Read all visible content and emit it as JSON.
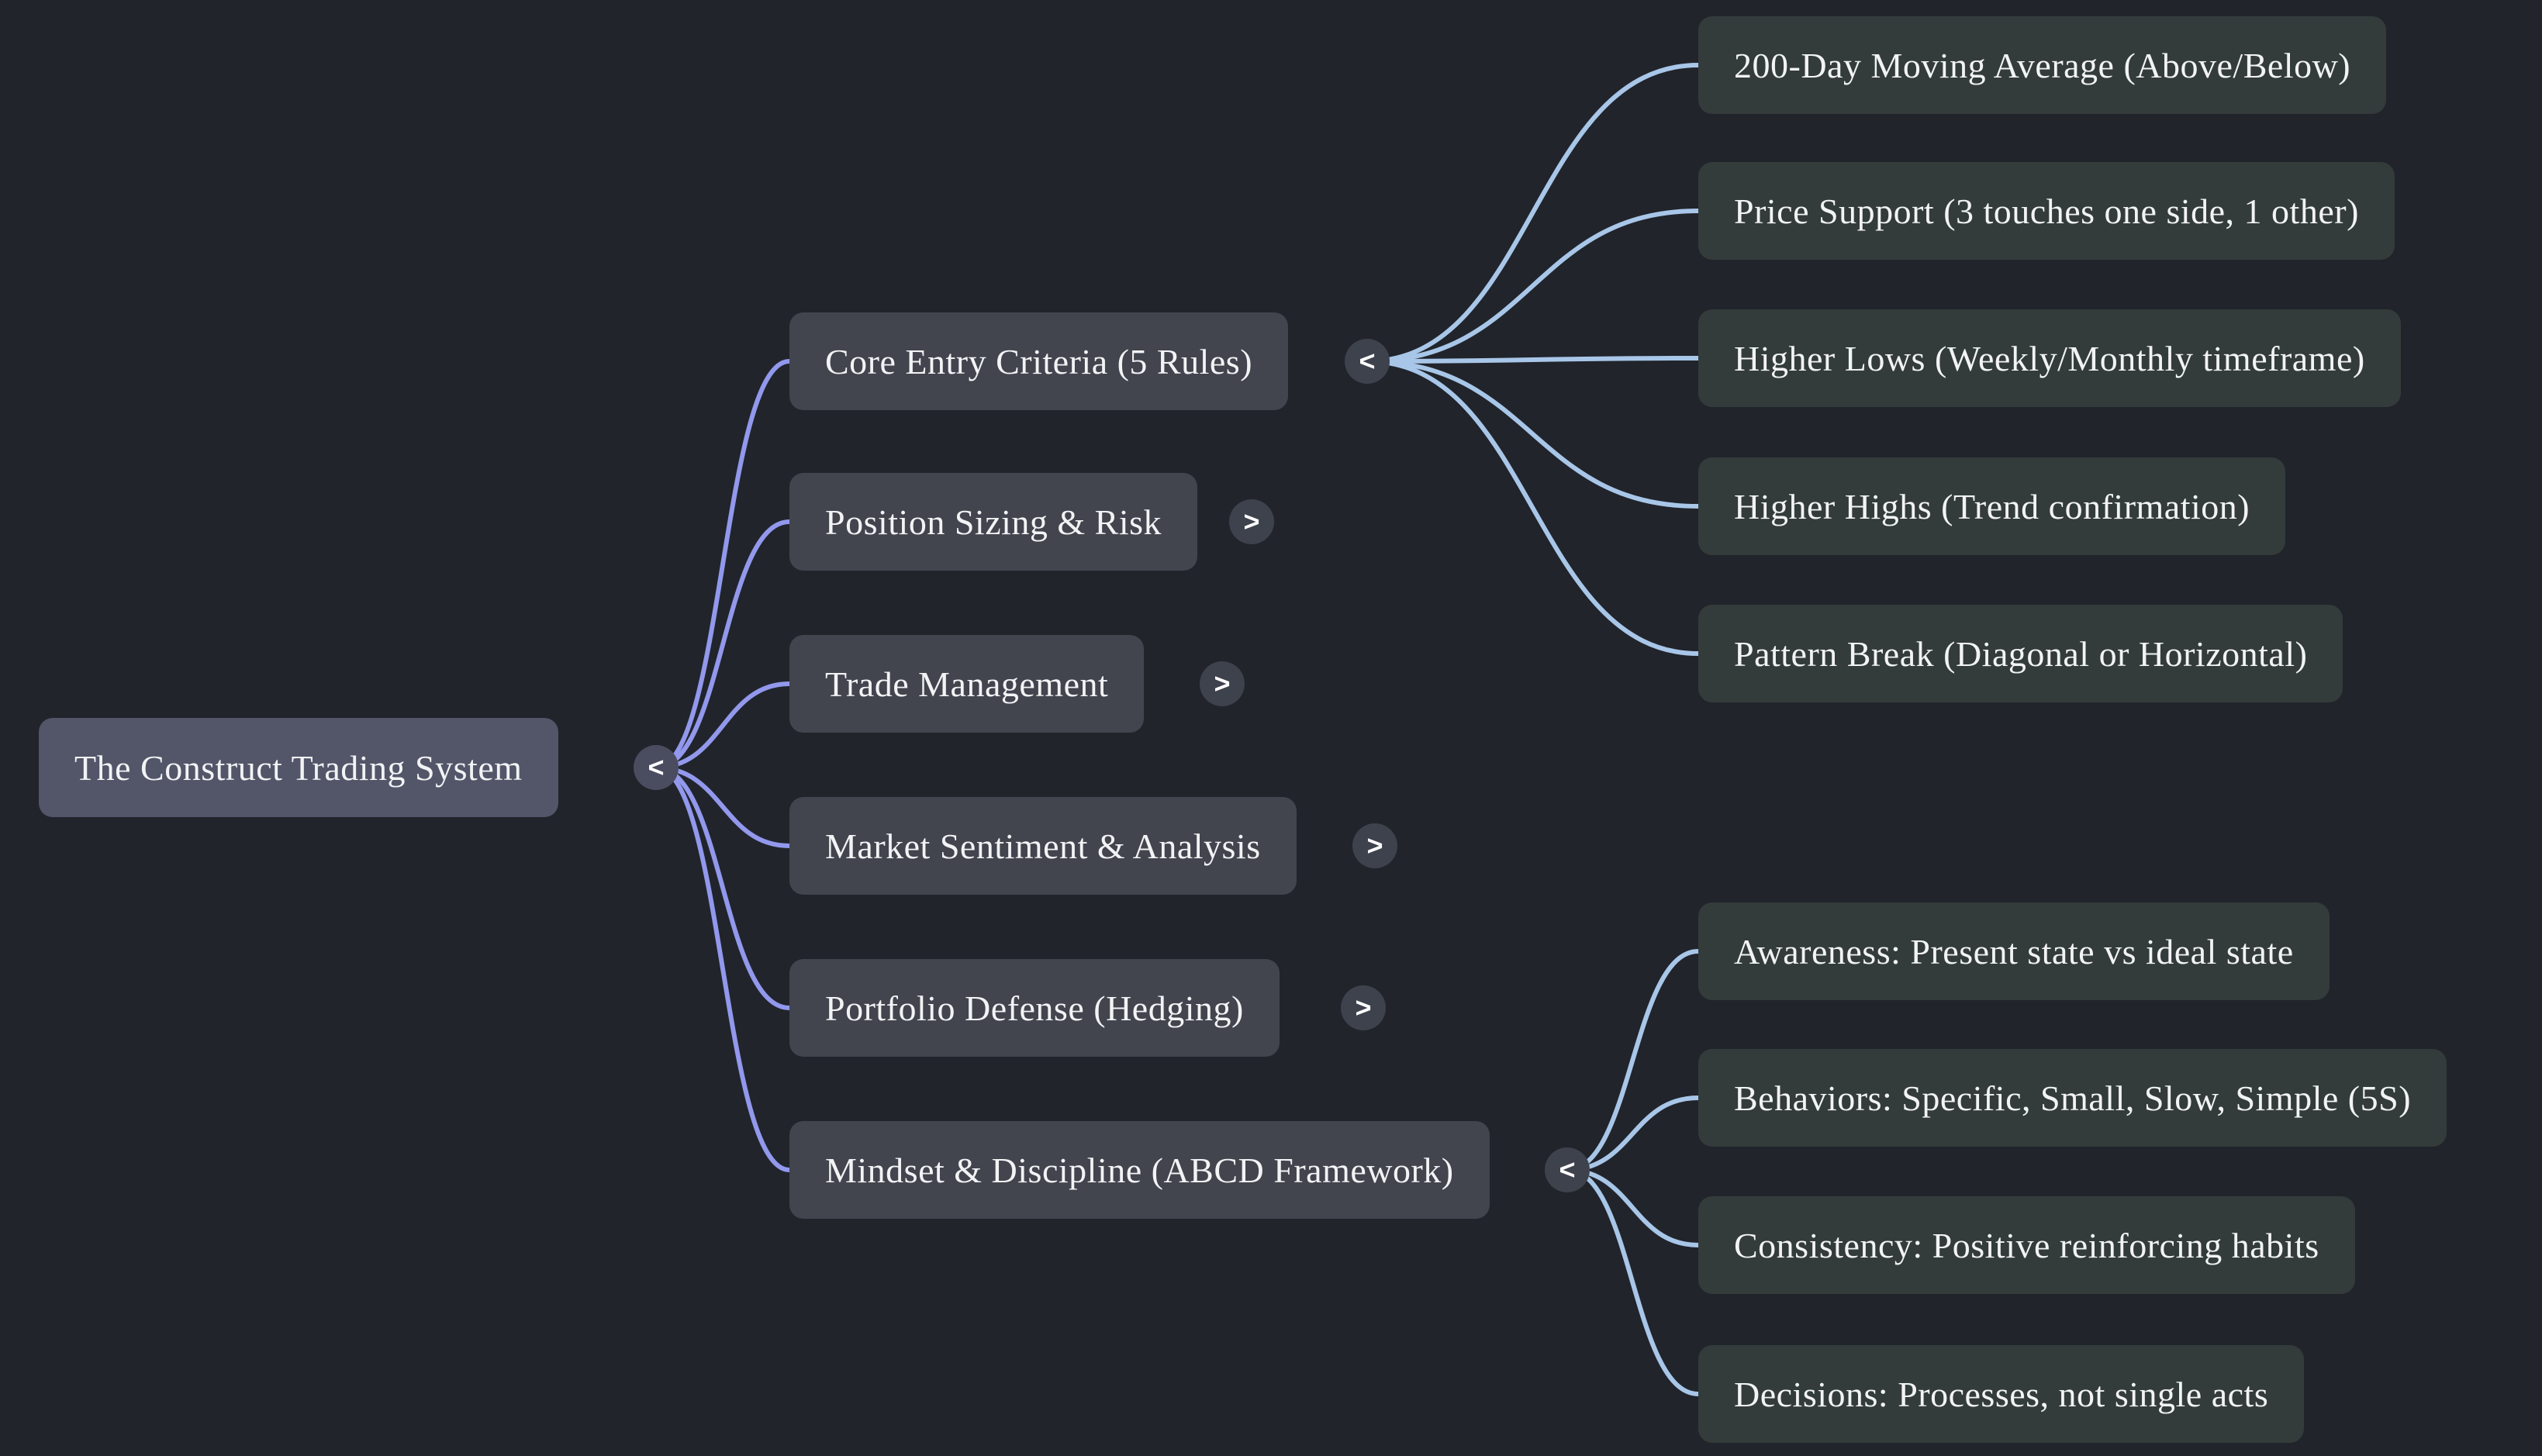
{
  "diagram": {
    "title": "The Construct Trading System mind map",
    "colors": {
      "background": "#21242b",
      "root_node_fill": "#535669",
      "branch_node_fill": "#42454e",
      "leaf_node_fill": "#343c3b",
      "root_link": "#9298ec",
      "child_link": "#a8c6e8",
      "text": "#f2f3f5",
      "toggle_fill": "#3e424d"
    },
    "root": {
      "label": "The Construct Trading System",
      "toggle": "<"
    },
    "branches": [
      {
        "label": "Core Entry Criteria (5 Rules)",
        "toggle": "<",
        "expanded": true,
        "children": [
          {
            "label": "200-Day Moving Average (Above/Below)"
          },
          {
            "label": "Price Support (3 touches one side, 1 other)"
          },
          {
            "label": "Higher Lows (Weekly/Monthly timeframe)"
          },
          {
            "label": "Higher Highs (Trend confirmation)"
          },
          {
            "label": "Pattern Break (Diagonal or Horizontal)"
          }
        ]
      },
      {
        "label": "Position Sizing & Risk",
        "toggle": ">",
        "expanded": false,
        "children": []
      },
      {
        "label": "Trade Management",
        "toggle": ">",
        "expanded": false,
        "children": []
      },
      {
        "label": "Market Sentiment & Analysis",
        "toggle": ">",
        "expanded": false,
        "children": []
      },
      {
        "label": "Portfolio Defense (Hedging)",
        "toggle": ">",
        "expanded": false,
        "children": []
      },
      {
        "label": "Mindset & Discipline (ABCD Framework)",
        "toggle": "<",
        "expanded": true,
        "children": [
          {
            "label": "Awareness: Present state vs ideal state"
          },
          {
            "label": "Behaviors: Specific, Small, Slow, Simple (5S)"
          },
          {
            "label": "Consistency: Positive reinforcing habits"
          },
          {
            "label": "Decisions: Processes, not single acts"
          }
        ]
      }
    ]
  }
}
